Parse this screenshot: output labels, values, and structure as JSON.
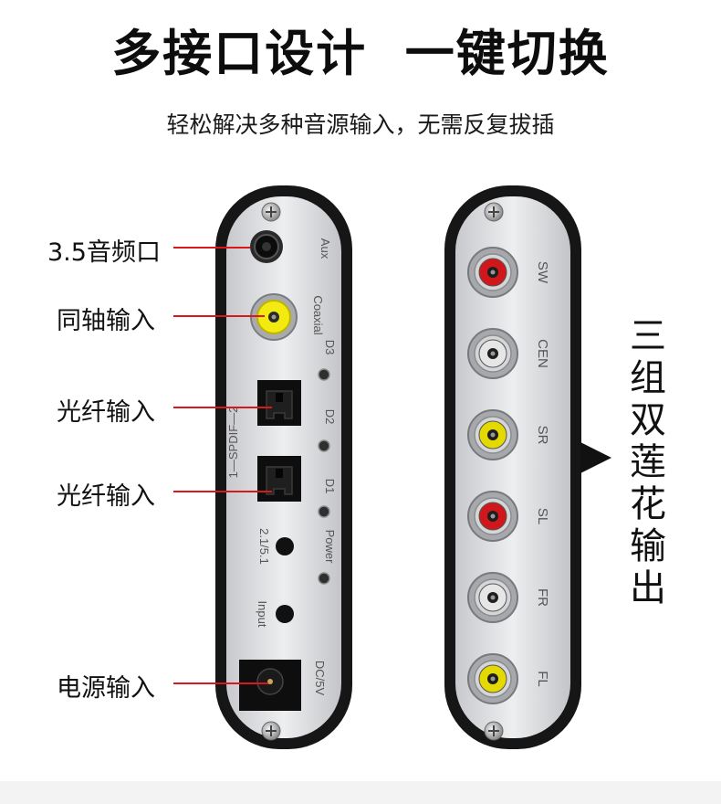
{
  "header": {
    "title": "多接口设计  一键切换",
    "subtitle": "轻松解决多种音源输入，无需反复拔插"
  },
  "callouts": [
    {
      "id": "aux",
      "text": "3.5音频口"
    },
    {
      "id": "coaxial",
      "text": "同轴输入"
    },
    {
      "id": "optical2",
      "text": "光纤输入"
    },
    {
      "id": "optical1",
      "text": "光纤输入"
    },
    {
      "id": "power",
      "text": "电源输入"
    }
  ],
  "left_panel": {
    "aux": "Aux",
    "coaxial": "Coaxial",
    "spdif": "1—SPDIF—2",
    "d3": "D3",
    "d2": "D2",
    "d1": "D1",
    "mode": "2.1/5.1",
    "power_led": "Power",
    "input": "Input",
    "dc": "DC/5V"
  },
  "right_panel": {
    "jacks": [
      {
        "label": "SW",
        "color": "#d0171b"
      },
      {
        "label": "CEN",
        "color": "#e6e6e6"
      },
      {
        "label": "SR",
        "color": "#e4d900"
      },
      {
        "label": "SL",
        "color": "#d0171b"
      },
      {
        "label": "FR",
        "color": "#e6e6e6"
      },
      {
        "label": "FL",
        "color": "#e4d900"
      }
    ]
  },
  "side_label": [
    "三",
    "组",
    "双",
    "莲",
    "花",
    "输",
    "出"
  ],
  "colors": {
    "leader": "#d7191c",
    "frame": "#1b1b1b",
    "panel": "#d9dbdd"
  }
}
